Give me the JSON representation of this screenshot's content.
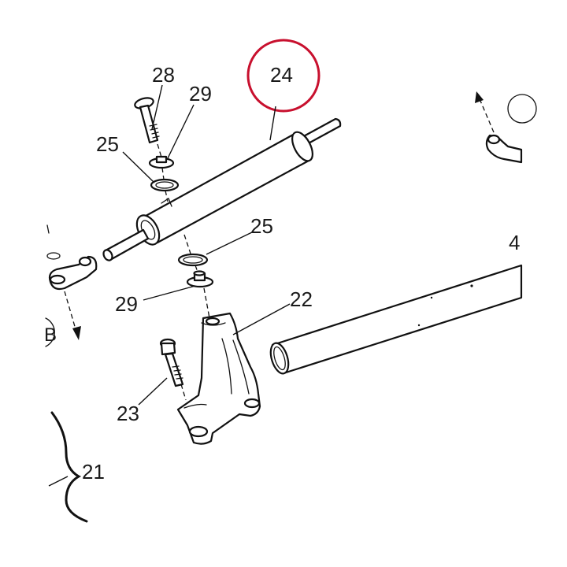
{
  "diagram": {
    "callouts": {
      "c28": "28",
      "c29a": "29",
      "c25a": "25",
      "c24": "24",
      "c25b": "25",
      "c29b": "29",
      "c22": "22",
      "c23": "23",
      "c21": "21",
      "c4": "4",
      "cB": "B"
    },
    "highlight_color": "#c8102e",
    "line_color": "#111111"
  }
}
